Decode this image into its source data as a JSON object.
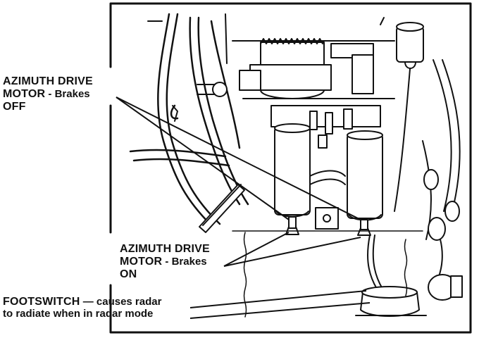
{
  "labels": {
    "brakes_off": {
      "line1": "AZIMUTH DRIVE",
      "line2_main": "MOTOR",
      "line2_suffix": " - Brakes",
      "line3": "OFF"
    },
    "brakes_on": {
      "line1": "AZIMUTH DRIVE",
      "line2_main": "MOTOR",
      "line2_suffix": " - Brakes",
      "line3": "ON"
    },
    "footswitch": {
      "line1_main": "FOOTSWITCH",
      "line1_suffix": " — causes radar",
      "line2": "to radiate when in radar mode"
    }
  },
  "colors": {
    "ink": "#111111",
    "paper": "#ffffff"
  }
}
